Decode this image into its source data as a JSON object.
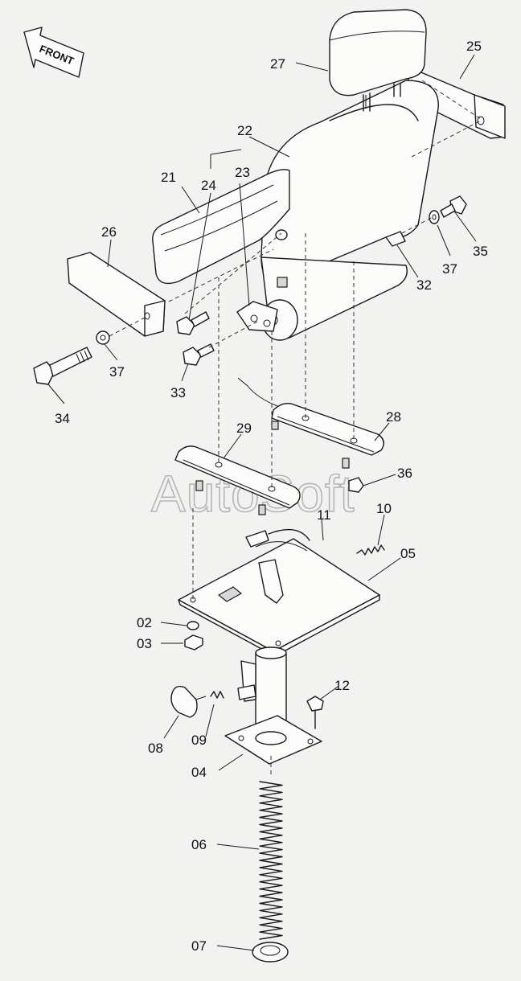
{
  "watermark": "AutoSoft",
  "front_label": "FRONT",
  "labels": {
    "p27": "27",
    "p25": "25",
    "p22": "22",
    "p21": "21",
    "p24": "24",
    "p23": "23",
    "p26": "26",
    "p35": "35",
    "p37a": "37",
    "p32": "32",
    "p37b": "37",
    "p33": "33",
    "p34": "34",
    "p28": "28",
    "p29": "29",
    "p36": "36",
    "p11": "11",
    "p10": "10",
    "p05": "05",
    "p02": "02",
    "p03": "03",
    "p12": "12",
    "p08": "08",
    "p09": "09",
    "p04": "04",
    "p06": "06",
    "p07": "07"
  }
}
